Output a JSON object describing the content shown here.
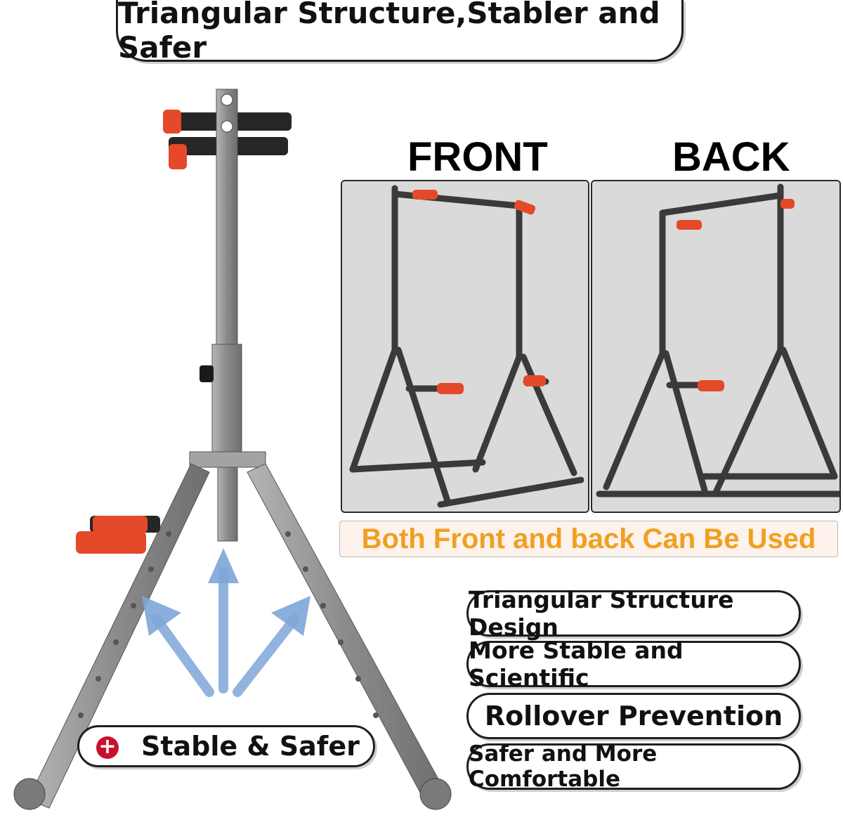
{
  "title": "Triangular Structure,Stabler and Safer",
  "views": [
    {
      "label": "FRONT"
    },
    {
      "label": "BACK"
    }
  ],
  "banner": "Both Front and back Can Be Used",
  "features": [
    "Triangular Structure Design",
    "More Stable and Scientific",
    "Rollover Prevention",
    "Safer and More Comfortable"
  ],
  "badge": "Stable & Safer",
  "colors": {
    "frame": "#8f8f8f",
    "frame_dark": "#2b2b2b",
    "grip": "#e4492a",
    "arrow": "#7ea6d8",
    "banner_text": "#f0a020",
    "badge_icon": "#c8102e"
  },
  "icons": {
    "badge_icon": "plus-circle-icon"
  }
}
